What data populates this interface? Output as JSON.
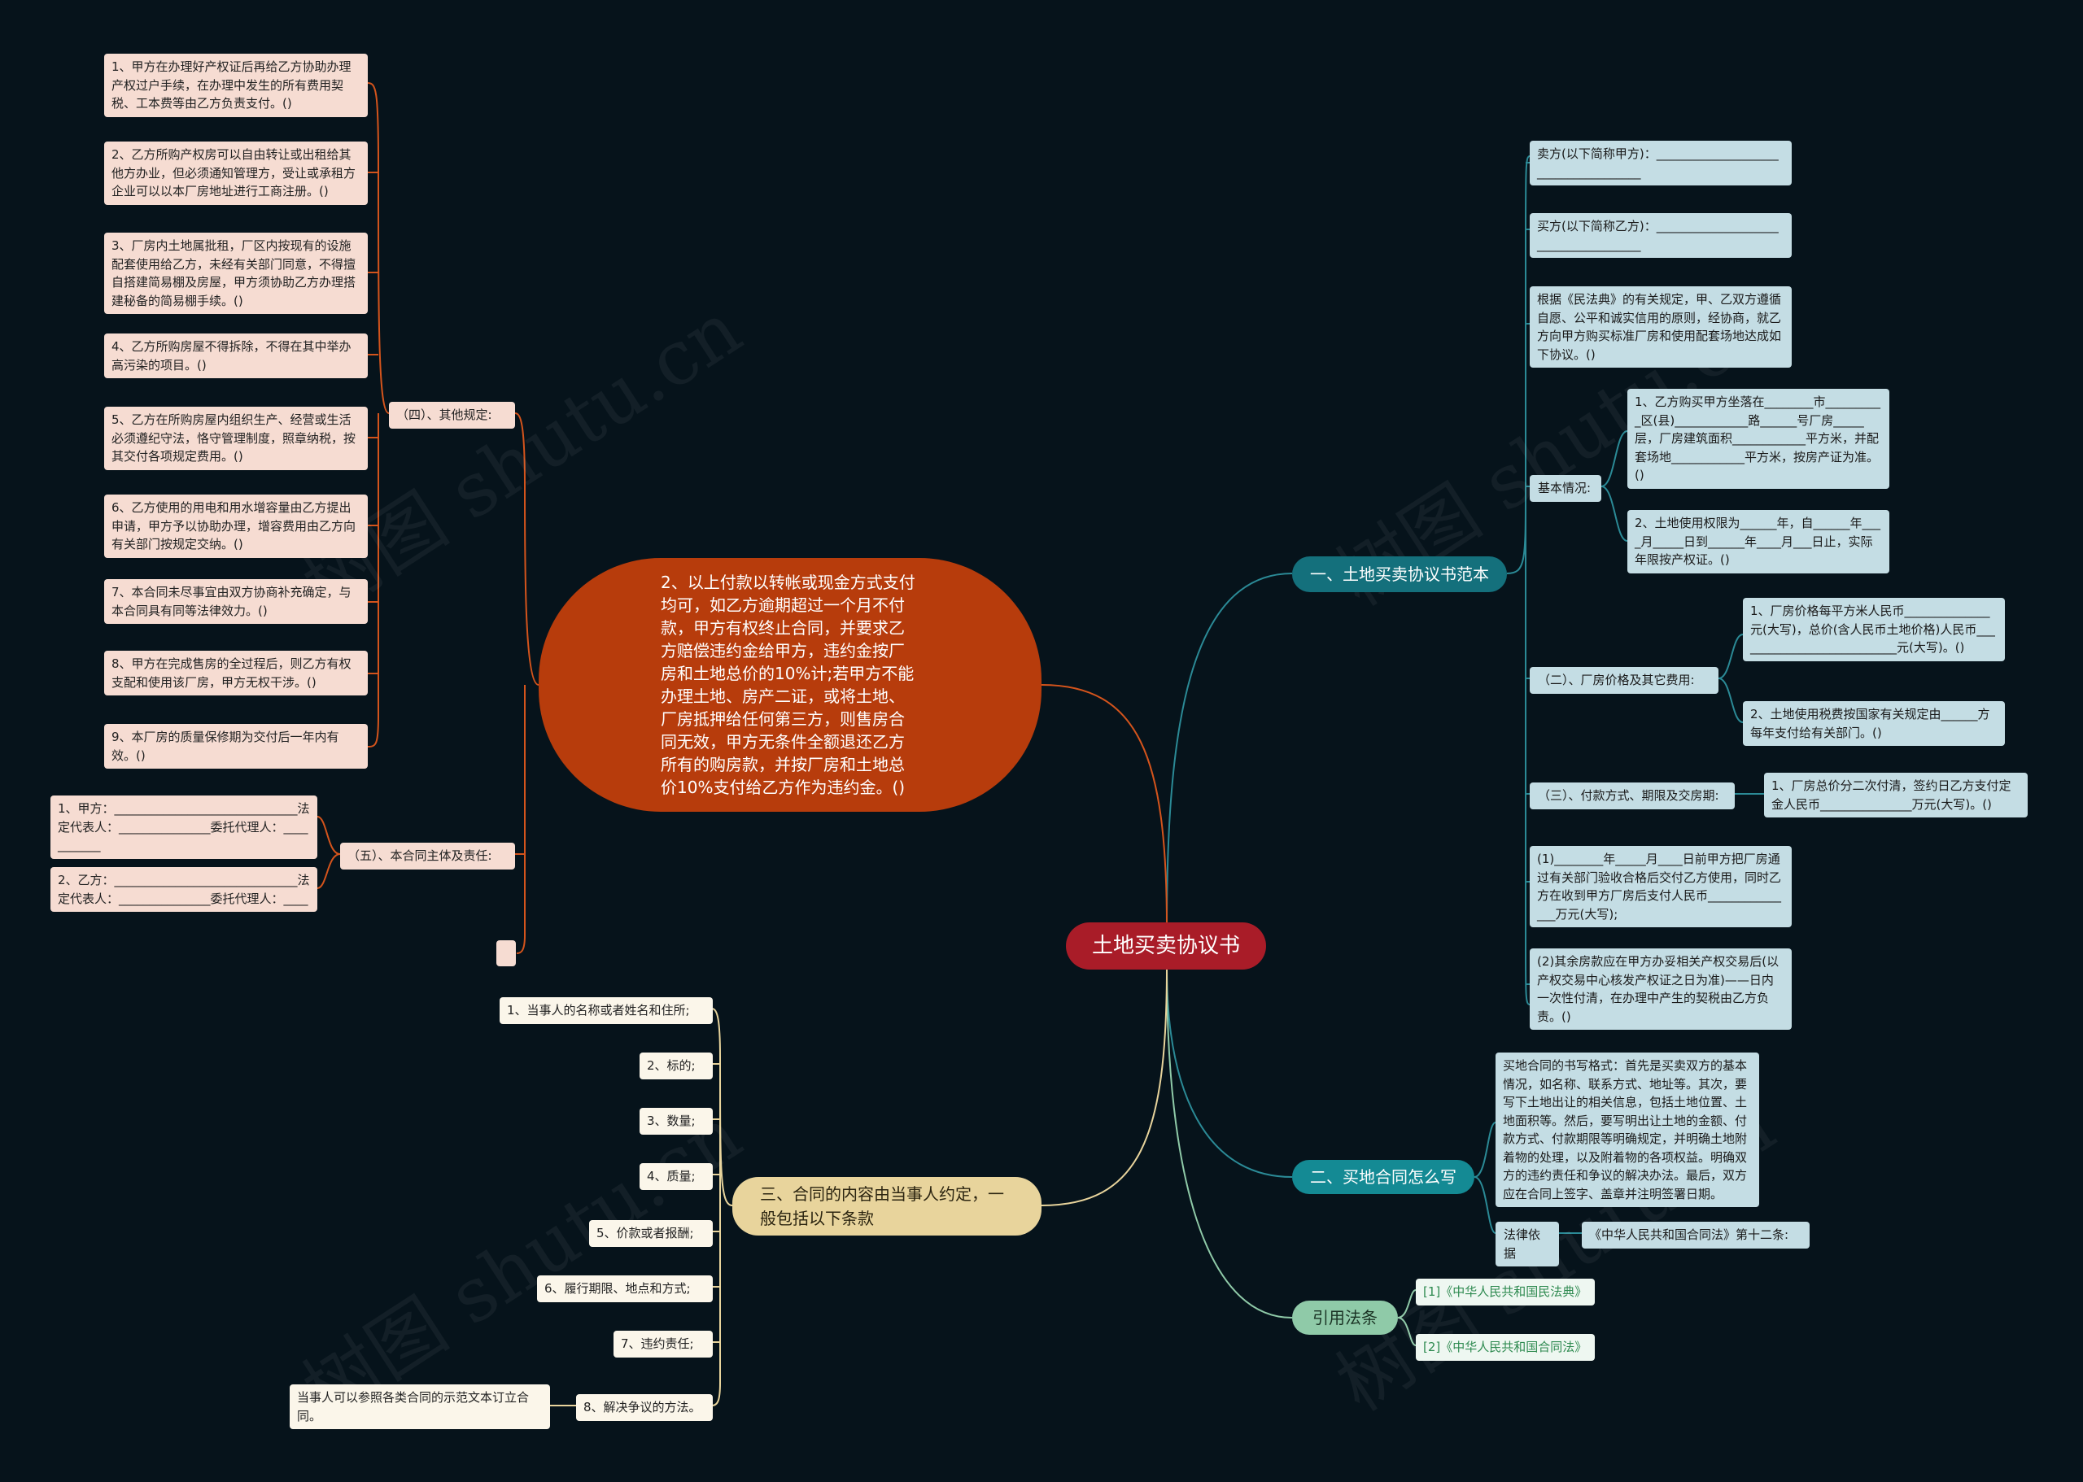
{
  "root": "土地买卖协议书",
  "watermark": "树图 shutu.cn",
  "b1": {
    "title": "一、土地买卖协议书范本",
    "seller": "卖方(以下简称甲方)：_____________________________________",
    "buyer": "买方(以下简称乙方)：_____________________________________",
    "intro": "根据《民法典》的有关规定，甲、乙双方遵循自愿、公平和诚实信用的原则，经协商，就乙方向甲方购买标准厂房和使用配套场地达成如下协议。()",
    "basic": {
      "label": "基本情况:",
      "items": [
        "1、乙方购买甲方坐落在________市__________区(县)____________路______号厂房_____层，厂房建筑面积____________平方米，并配套场地____________平方米，按房产证为准。()",
        "2、土地使用权限为______年，自______年____月_____日到______年____月___日止，实际年限按产权证。()"
      ]
    },
    "price": {
      "label": "（二）、厂房价格及其它费用:",
      "items": [
        "1、厂房价格每平方米人民币______________元(大写)，总价(含人民币土地价格)人民币___________________________元(大写)。()",
        "2、土地使用税费按国家有关规定由______方每年支付给有关部门。()"
      ]
    },
    "payment": {
      "label": "（三）、付款方式、期限及交房期:",
      "item": "1、厂房总价分二次付清，签约日乙方支付定金人民币_______________万元(大写)。()"
    },
    "p1": "(1)________年_____月____日前甲方把厂房通过有关部门验收合格后交付乙方使用，同时乙方在收到甲方厂房后支付人民币_______________万元(大写);",
    "p2": "(2)其余房款应在甲方办妥相关产权交易后(以产权交易中心核发产权证之日为准)——日内一次性付清，在办理中产生的契税由乙方负责。()"
  },
  "b2": {
    "title": "二、买地合同怎么写",
    "desc": "买地合同的书写格式：首先是买卖双方的基本情况，如名称、联系方式、地址等。其次，要写下土地出让的相关信息，包括土地位置、土地面积等。然后，要写明出让土地的金额、付款方式、付款期限等明确规定，并明确土地附着物的处理，以及附着物的各项权益。明确双方的违约责任和争议的解决办法。最后，双方应在合同上签字、盖章并注明签署日期。",
    "law_label": "法律依据",
    "law_text": "《中华人民共和国合同法》第十二条:"
  },
  "b3": {
    "title": "引用法条",
    "items": [
      "[1]《中华人民共和国民法典》",
      "[2]《中华人民共和国合同法》"
    ]
  },
  "b4": {
    "title": "三、合同的内容由当事人约定，一般包括以下条款",
    "items": [
      "1、当事人的名称或者姓名和住所;",
      "2、标的;",
      "3、数量;",
      "4、质量;",
      "5、价款或者报酬;",
      "6、履行期限、地点和方式;",
      "7、违约责任;",
      "8、解决争议的方法。"
    ],
    "note": "当事人可以参照各类合同的示范文本订立合同。"
  },
  "b5": {
    "text": "2、以上付款以转帐或现金方式支付均可，如乙方逾期超过一个月不付款，甲方有权终止合同，并要求乙方赔偿违约金给甲方，违约金按厂房和土地总价的10%计;若甲方不能办理土地、房产二证，或将土地、厂房抵押给任何第三方，则售房合同无效，甲方无条件全额退还乙方所有的购房款，并按厂房和土地总价10%支付给乙方作为违约金。()",
    "other": {
      "label": "（四）、其他规定:",
      "items": [
        "1、甲方在办理好产权证后再给乙方协助办理产权过户手续，在办理中发生的所有费用契税、工本费等由乙方负责支付。()",
        "2、乙方所购产权房可以自由转让或出租给其他方办业，但必须通知管理方，受让或承租方企业可以以本厂房地址进行工商注册。()",
        "3、厂房内土地属批租，厂区内按现有的设施配套使用给乙方，未经有关部门同意，不得擅自搭建简易棚及房屋，甲方须协助乙方办理搭建秘备的简易棚手续。()",
        "4、乙方所购房屋不得拆除，不得在其中举办高污染的项目。()",
        "5、乙方在所购房屋内组织生产、经营或生活必须遵纪守法，恪守管理制度，照章纳税，按其交付各项规定费用。()",
        "6、乙方使用的用电和用水增容量由乙方提出申请，甲方予以协助办理，增容费用由乙方向有关部门按规定交纳。()",
        "7、本合同未尽事宜由双方协商补充确定，与本合同具有同等法律效力。()",
        "8、甲方在完成售房的全过程后，则乙方有权支配和使用该厂房，甲方无权干涉。()",
        "9、本厂房的质量保修期为交付后一年内有效。()"
      ]
    },
    "parties": {
      "label": "（五）、本合同主体及责任:",
      "items": [
        "1、甲方：______________________________法定代表人：_______________委托代理人：___________",
        "2、乙方：______________________________法定代表人：_______________委托代理人：____"
      ]
    },
    "empty": ""
  }
}
